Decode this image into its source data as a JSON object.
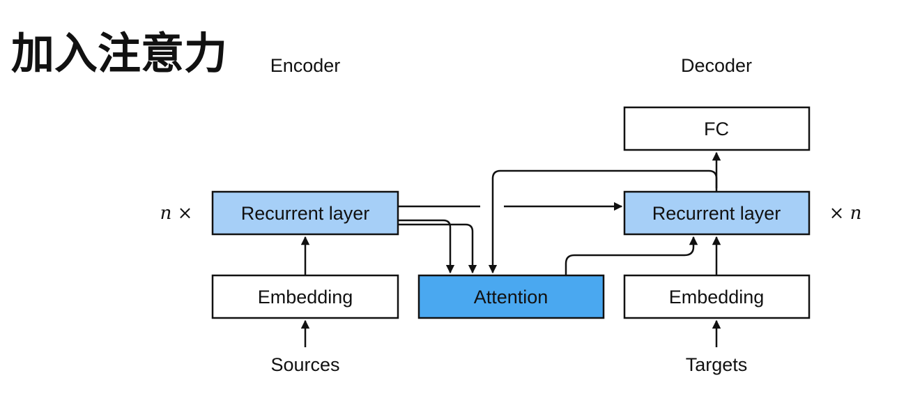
{
  "title": "加入注意力",
  "encoder_label": "Encoder",
  "decoder_label": "Decoder",
  "encoder_repeat": "n ×",
  "decoder_repeat": "× n",
  "colors": {
    "recurrent_fill": "#a6cff7",
    "attention_fill": "#4aa8f0",
    "plain_fill": "#ffffff",
    "stroke": "#111111"
  },
  "encoder": {
    "recurrent_label": "Recurrent layer",
    "embedding_label": "Embedding",
    "input_label": "Sources"
  },
  "attention_label": "Attention",
  "decoder": {
    "fc_label": "FC",
    "recurrent_label": "Recurrent layer",
    "embedding_label": "Embedding",
    "input_label": "Targets"
  }
}
